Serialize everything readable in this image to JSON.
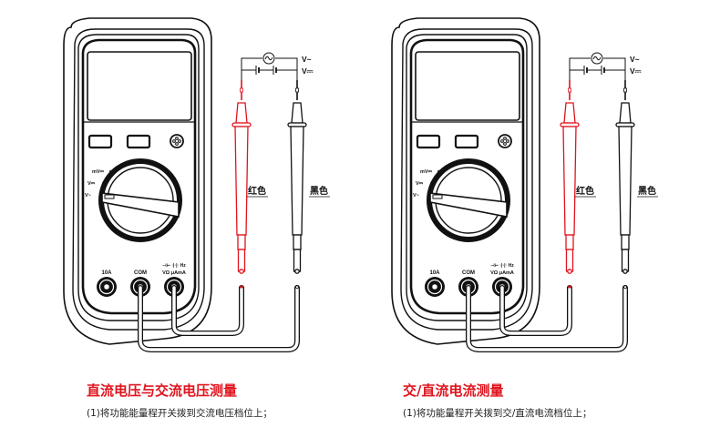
{
  "panels": [
    {
      "title": "直流电压与交流电压测量",
      "step": "(1)将功能能量程开关拨到交流电压档位上；",
      "dial_labels": [
        "mV⎓",
        "V⎓",
        "V~"
      ],
      "jacks": [
        {
          "label": "10A"
        },
        {
          "label": "COM"
        },
        {
          "label_top": "⊣⊢ ·|·|· Hz",
          "label_bottom": "VΩ μAmA"
        }
      ],
      "probe_red_label": "红色",
      "probe_black_label": "黑色",
      "source_labels": [
        "V~",
        "V⎓"
      ]
    },
    {
      "title": "交/直流电流测量",
      "step": "(1)将功能量程开关拨到交/直流电流档位上；",
      "dial_labels": [
        "mV⎓",
        "V⎓",
        "V~"
      ],
      "jacks": [
        {
          "label": "10A"
        },
        {
          "label": "COM"
        },
        {
          "label_top": "⊣⊢ ·|·|· Hz",
          "label_bottom": "VΩ μAmA"
        }
      ],
      "probe_red_label": "红色",
      "probe_black_label": "黑色",
      "source_labels": [
        "V~",
        "V⎓"
      ]
    }
  ],
  "colors": {
    "red_probe": "#e0141e",
    "black_probe": "#111111",
    "title_red": "#e0141e"
  }
}
